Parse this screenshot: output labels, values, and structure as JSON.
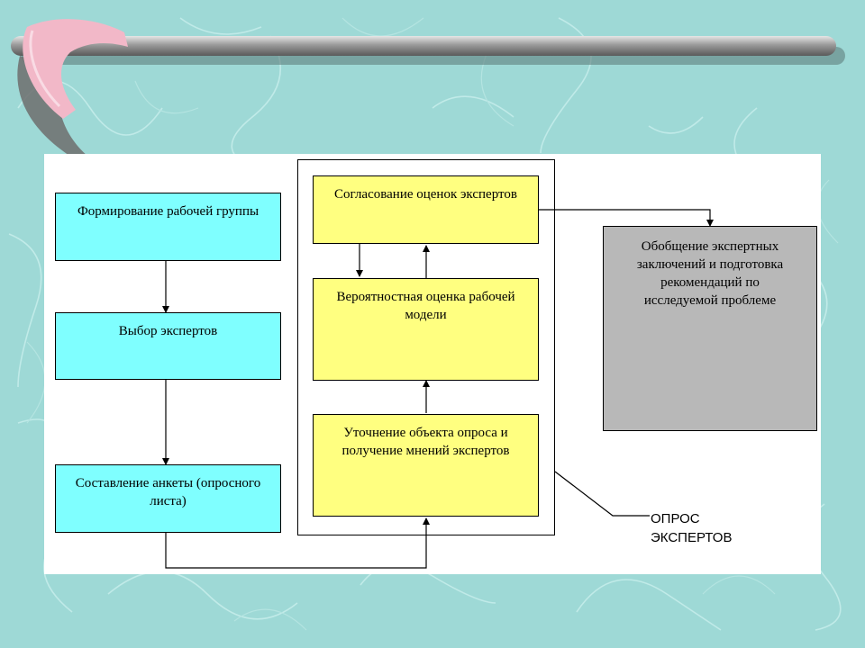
{
  "colors": {
    "background": "#9ed9d6",
    "cyan_box": "#7fffff",
    "yellow_box": "#ffff80",
    "grey_box": "#b8b8b8",
    "bar": "#7a7a7a",
    "hook": "#f2b8c8"
  },
  "diagram": {
    "left_column": {
      "form_group": "Формирование рабочей группы",
      "select_experts": "Выбор экспертов",
      "questionnaire": "Составление анкеты (опросного листа)"
    },
    "survey_block": {
      "agree_estimates": "Согласование оценок экспертов",
      "probabilistic": "Вероятностная оценка рабочей модели",
      "refine": "Уточнение объекта опроса и получение мнений экспертов"
    },
    "summary": "Обобщение экспертных заключений и подготовка рекомендаций по исследуемой проблеме",
    "callout": {
      "line1": "ОПРОС",
      "line2": "ЭКСПЕРТОВ"
    }
  }
}
